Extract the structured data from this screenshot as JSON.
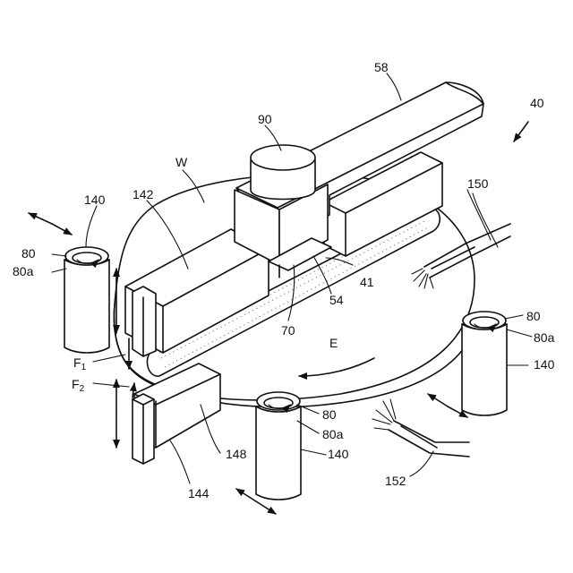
{
  "labels": {
    "l58": "58",
    "l40": "40",
    "l90": "90",
    "lW": "W",
    "l140a": "140",
    "l142": "142",
    "l150": "150",
    "l80a": "80",
    "l80aa": "80a",
    "l80b": "80",
    "l80ba": "80a",
    "l41": "41",
    "l54": "54",
    "l70": "70",
    "lE": "E",
    "l140b": "140",
    "lF1": "F",
    "lF1s": "1",
    "lF2": "F",
    "lF2s": "2",
    "l80c": "80",
    "l80ca": "80a",
    "l148": "148",
    "l140c": "140",
    "l144": "144",
    "l152": "152"
  },
  "colors": {
    "line": "#111111",
    "dots": "#6d6d6d",
    "background": "#ffffff"
  }
}
